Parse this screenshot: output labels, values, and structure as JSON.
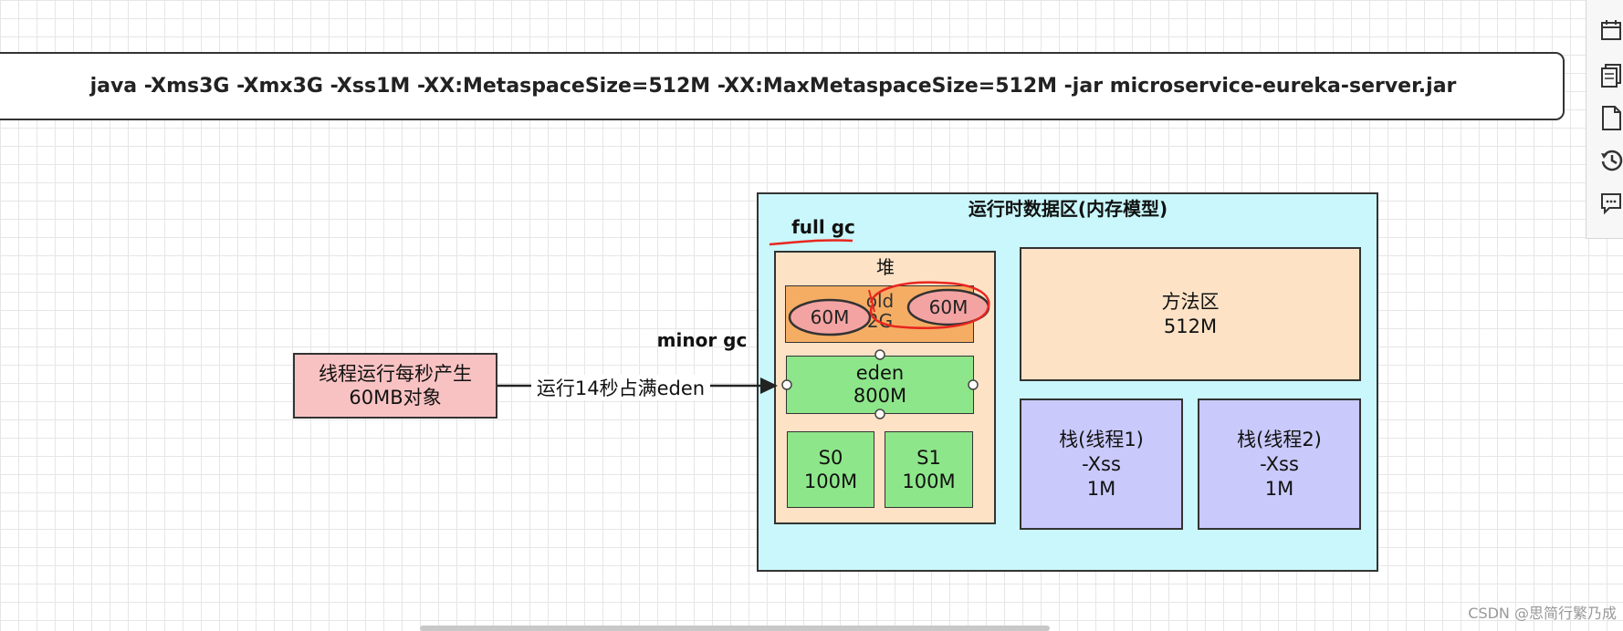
{
  "command": {
    "text": "java -Xms3G -Xmx3G -Xss1M -XX:MetaspaceSize=512M -XX:MaxMetaspaceSize=512M  -jar microservice-eureka-server.jar"
  },
  "runtime_area": {
    "title": "运行时数据区(内存模型)",
    "full_gc_label": "full gc",
    "heap": {
      "label": "堆",
      "old": {
        "label": "old",
        "size": "2G",
        "objects": [
          "60M",
          "60M"
        ]
      },
      "eden": {
        "label": "eden",
        "size": "800M"
      },
      "s0": {
        "label": "S0",
        "size": "100M"
      },
      "s1": {
        "label": "S1",
        "size": "100M"
      }
    },
    "method_area": {
      "label": "方法区",
      "size": "512M"
    },
    "stacks": [
      {
        "label": "栈(线程1)",
        "param": "-Xss",
        "size": "1M"
      },
      {
        "label": "栈(线程2)",
        "param": "-Xss",
        "size": "1M"
      }
    ]
  },
  "thread_box": {
    "line1": "线程运行每秒产生",
    "line2": "60MB对象"
  },
  "edge_label": "运行14秒占满eden",
  "minor_gc_label": "minor gc",
  "toolbar": {
    "icons": [
      "calendar-icon",
      "copy-pages-icon",
      "document-icon",
      "history-icon",
      "comment-icon"
    ]
  },
  "watermark": "CSDN @思简行繁乃成",
  "colors": {
    "runtime_bg": "#c9f7fb",
    "heap_bg": "#fde2c6",
    "old_bg": "#f5ad64",
    "young_bg": "#8ee68a",
    "stack_bg": "#c9c9fb",
    "thread_bg": "#f9c2c2",
    "object_fill": "#f4a3a3",
    "annotation_red": "#e8261f"
  }
}
